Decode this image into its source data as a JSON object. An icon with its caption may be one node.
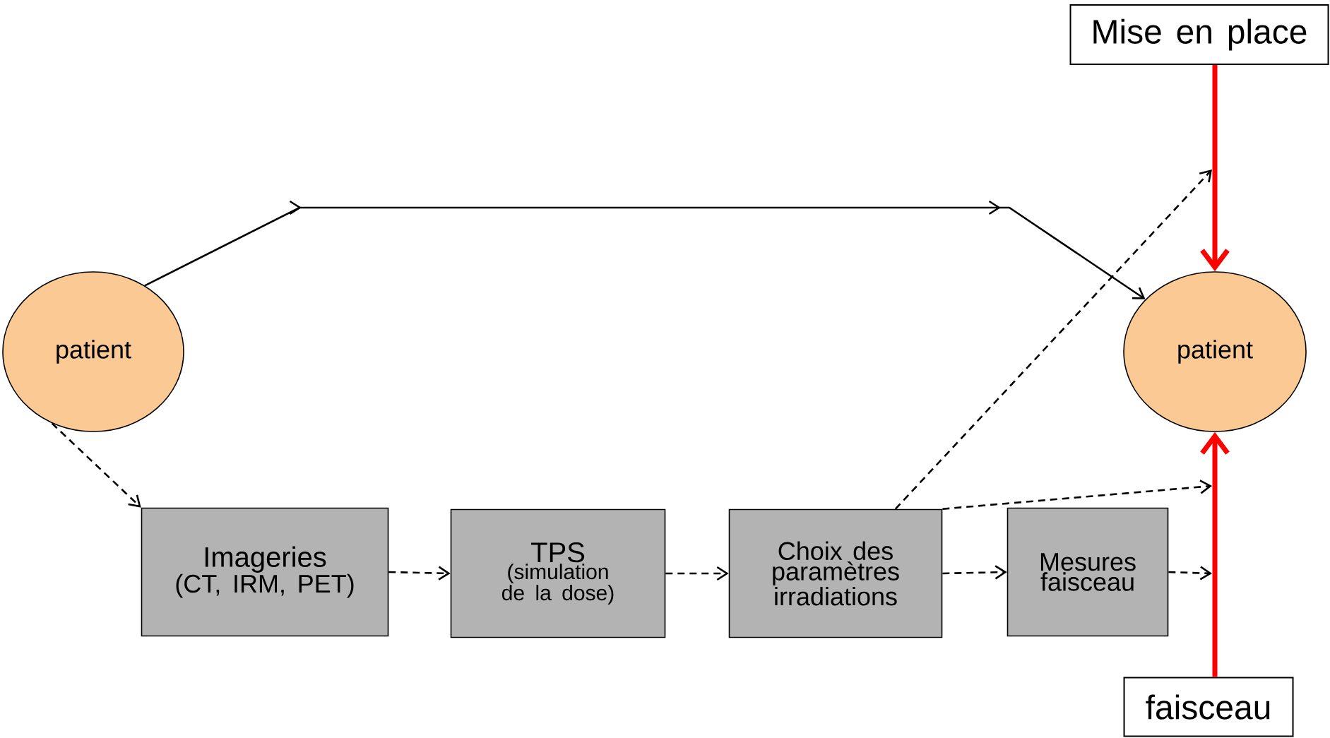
{
  "diagram": {
    "nodes": [
      {
        "text": [
          "patient"
        ]
      },
      {
        "text": [
          "Imageries",
          "(CT, IRM, PET)"
        ]
      },
      {
        "text": [
          "TPS",
          "(simulation de la dose)"
        ]
      },
      {
        "text": [
          "Choix des paramètres irradiations"
        ]
      },
      {
        "text": [
          "Mesures faisceau"
        ]
      },
      {
        "text": [
          "patient"
        ]
      },
      {
        "text": [
          "Mise en place"
        ]
      },
      {
        "text": [
          "faisceau"
        ]
      }
    ],
    "edges": [
      {
        "from": 0,
        "to": 5,
        "arrow": "to"
      },
      {
        "from": 0,
        "to": 1,
        "arrow": "to",
        "style": "dashed"
      },
      {
        "from": 1,
        "to": 2,
        "arrow": "to",
        "style": "dashed"
      },
      {
        "from": 2,
        "to": 3,
        "arrow": "to",
        "style": "dashed"
      },
      {
        "from": 3,
        "to": 4,
        "arrow": "to",
        "style": "dashed"
      },
      {
        "from": 3,
        "to": null,
        "arrow": "to",
        "style": "dashed"
      },
      {
        "from": 3,
        "to": null,
        "arrow": "to",
        "style": "dashed"
      },
      {
        "from": 4,
        "to": null,
        "arrow": "to",
        "style": "dashed"
      },
      {
        "from": 6,
        "to": 5,
        "arrow": "to",
        "style": "thick",
        "color": "#ff0000"
      },
      {
        "from": 7,
        "to": 5,
        "arrow": "to",
        "style": "thick",
        "color": "#ff0000"
      }
    ]
  }
}
